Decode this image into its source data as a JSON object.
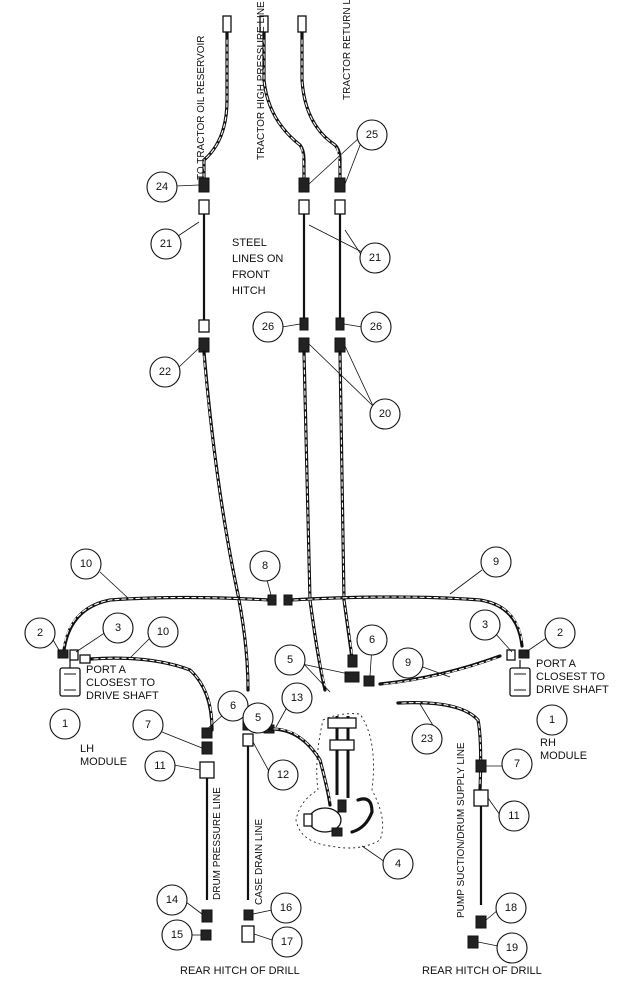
{
  "labels": {
    "to_reservoir": "TO TRACTOR OIL RESERVOIR",
    "high_pressure": "TRACTOR HIGH PRESSURE LINE",
    "return_line": "TRACTOR RETURN LINE",
    "steel_1": "STEEL",
    "steel_2": "LINES ON",
    "steel_3": "FRONT",
    "steel_4": "HITCH",
    "port_left_1": "PORT A",
    "port_left_2": "CLOSEST TO",
    "port_left_3": "DRIVE SHAFT",
    "port_right_1": "PORT A",
    "port_right_2": "CLOSEST TO",
    "port_right_3": "DRIVE SHAFT",
    "lh_1": "LH",
    "lh_2": "MODULE",
    "rh_1": "RH",
    "rh_2": "MODULE",
    "drum_pressure": "DRUM PRESSURE LINE",
    "case_drain": "CASE DRAIN LINE",
    "pump_suction": "PUMP SUCTION/DRUM SUPPLY LINE",
    "rear_hitch_left": "REAR HITCH OF DRILL",
    "rear_hitch_right": "REAR HITCH OF DRILL"
  },
  "callouts": {
    "c24": "24",
    "c25": "25",
    "c21a": "21",
    "c21b": "21",
    "c26a": "26",
    "c26b": "26",
    "c22": "22",
    "c20": "20",
    "c10a": "10",
    "c8": "8",
    "c9a": "9",
    "c2a": "2",
    "c3a": "3",
    "c10b": "10",
    "c9b": "9",
    "c6a": "6",
    "c5a": "5",
    "c3b": "3",
    "c2b": "2",
    "c1a": "1",
    "c1b": "1",
    "c6b": "6",
    "c5b": "5",
    "c13": "13",
    "c23": "23",
    "c7a": "7",
    "c7b": "7",
    "c11a": "11",
    "c11b": "11",
    "c12": "12",
    "c4": "4",
    "c14": "14",
    "c15": "15",
    "c16": "16",
    "c17": "17",
    "c18": "18",
    "c19": "19"
  }
}
